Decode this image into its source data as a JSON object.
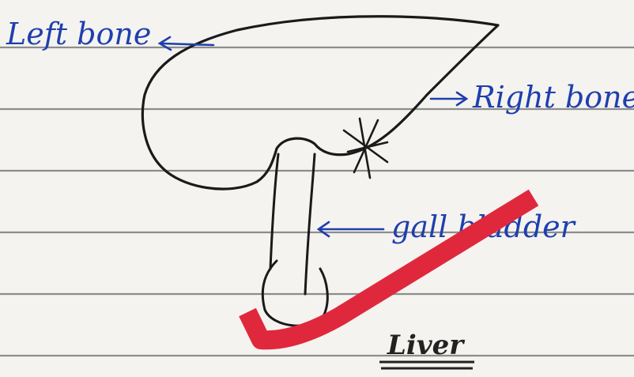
{
  "diagram": {
    "labels": {
      "left_lobe": "Left bone",
      "right_lobe": "Right bone",
      "gall_bladder": "gall bladder",
      "title": "Liver"
    }
  },
  "colors": {
    "paper": "#f4f3ef",
    "rule_line": "#8d8d8d",
    "pencil": "#1a1a1a",
    "pen_blue": "#1f3fae",
    "cross_out": "#e0283d"
  },
  "icons": {
    "organ": "liver-outline",
    "gall_bladder": "gall-bladder-outline",
    "cross_out": "cross-out-mark"
  }
}
